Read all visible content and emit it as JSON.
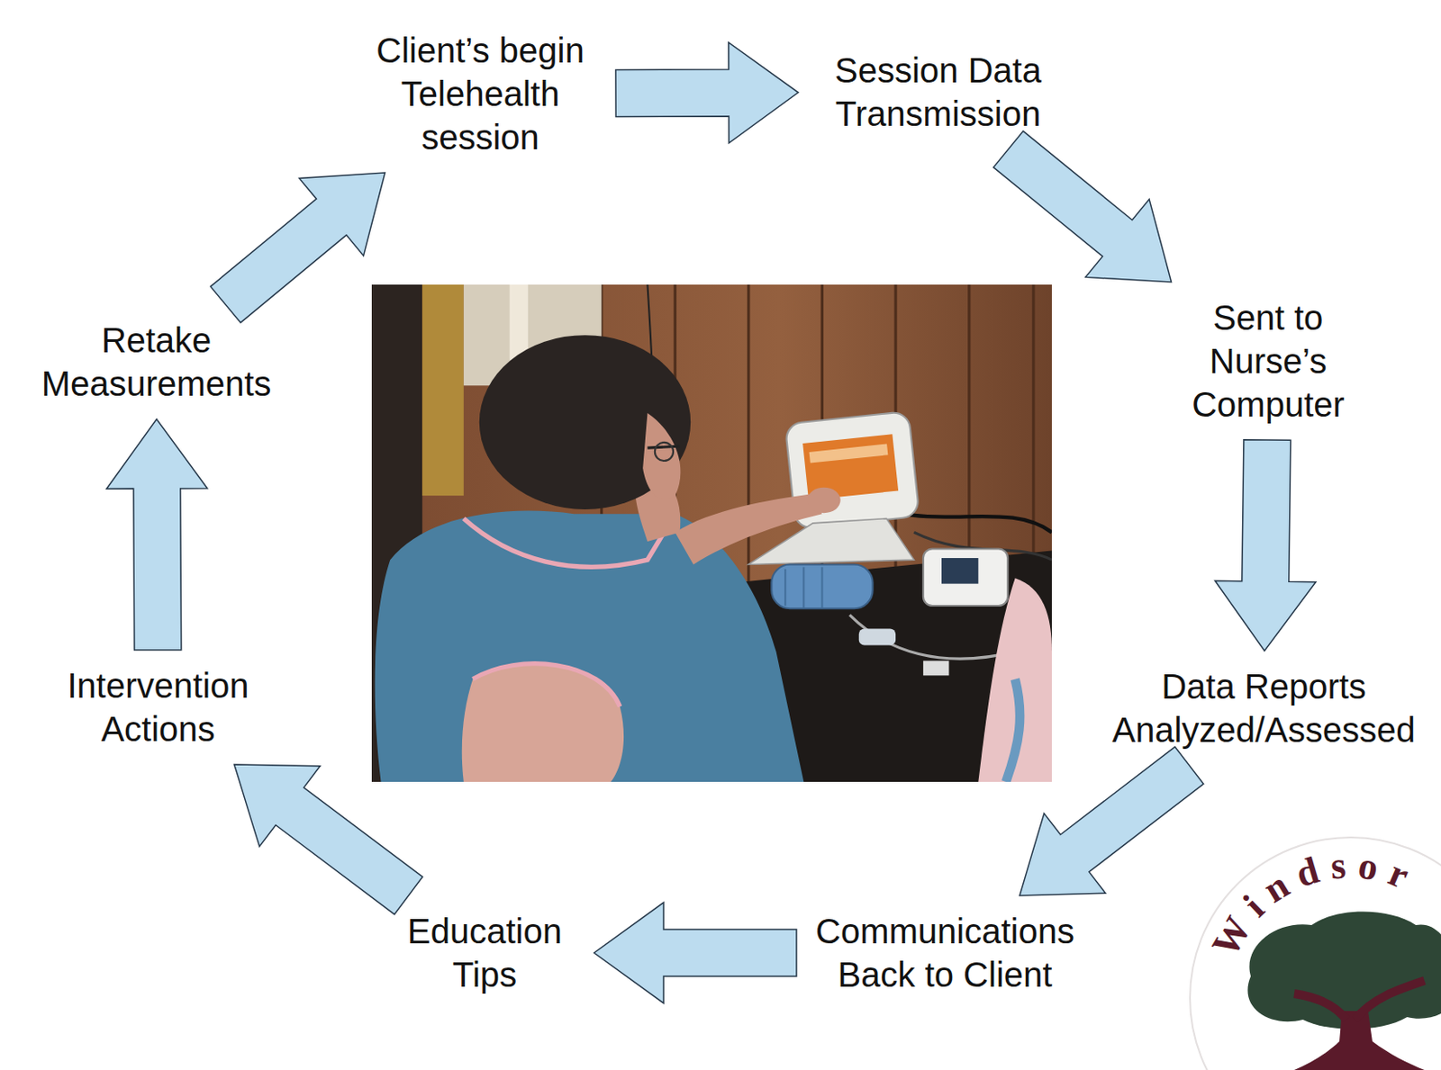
{
  "diagram": {
    "nodes": [
      {
        "text": [
          "Client’s begin Telehealth session"
        ]
      },
      {
        "text": [
          "Session Data Transmission"
        ]
      },
      {
        "text": [
          "Sent to Nurse’s Computer"
        ]
      },
      {
        "text": [
          "Data Reports Analyzed/Assessed"
        ]
      },
      {
        "text": [
          "Communications Back to Client"
        ]
      },
      {
        "text": [
          "Education Tips"
        ]
      },
      {
        "text": [
          "Intervention Actions"
        ]
      },
      {
        "text": [
          "Retake Measurements"
        ]
      }
    ],
    "edges": [
      {
        "from": 0,
        "to": 1,
        "arrow": "to"
      },
      {
        "from": 1,
        "to": 2,
        "arrow": "to"
      },
      {
        "from": 2,
        "to": 3,
        "arrow": "to"
      },
      {
        "from": 3,
        "to": 4,
        "arrow": "to"
      },
      {
        "from": 4,
        "to": 5,
        "arrow": "to"
      },
      {
        "from": 5,
        "to": 6,
        "arrow": "to"
      },
      {
        "from": 6,
        "to": 7,
        "arrow": "to"
      },
      {
        "from": 7,
        "to": 0,
        "arrow": "to"
      }
    ],
    "labels": [
      "Windsor"
    ]
  }
}
